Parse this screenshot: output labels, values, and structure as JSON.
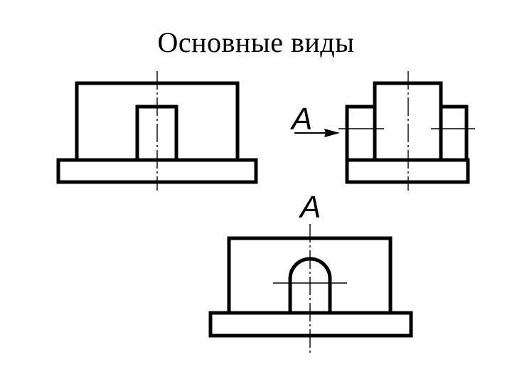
{
  "slide": {
    "title": "Основные виды"
  },
  "views": {
    "arrow_label": "A",
    "view_label": "A"
  }
}
